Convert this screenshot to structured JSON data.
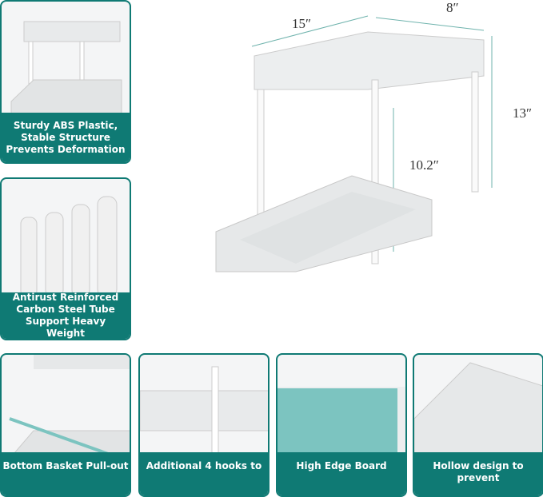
{
  "dimensions": {
    "width": "15″",
    "depth": "8″",
    "height": "13″",
    "inner_height": "10.2″"
  },
  "features": [
    {
      "caption": "Sturdy ABS Plastic, Stable Structure Prevents Deformation"
    },
    {
      "caption": "Antirust Reinforced Carbon Steel Tube Support Heavy Weight"
    },
    {
      "caption": "Bottom Basket Pull-out"
    },
    {
      "caption": "Additional 4 hooks to"
    },
    {
      "caption": "High Edge Board"
    },
    {
      "caption": "Hollow design to prevent"
    }
  ],
  "colors": {
    "accent": "#0f7a74",
    "highlight": "#7cc4c0"
  }
}
